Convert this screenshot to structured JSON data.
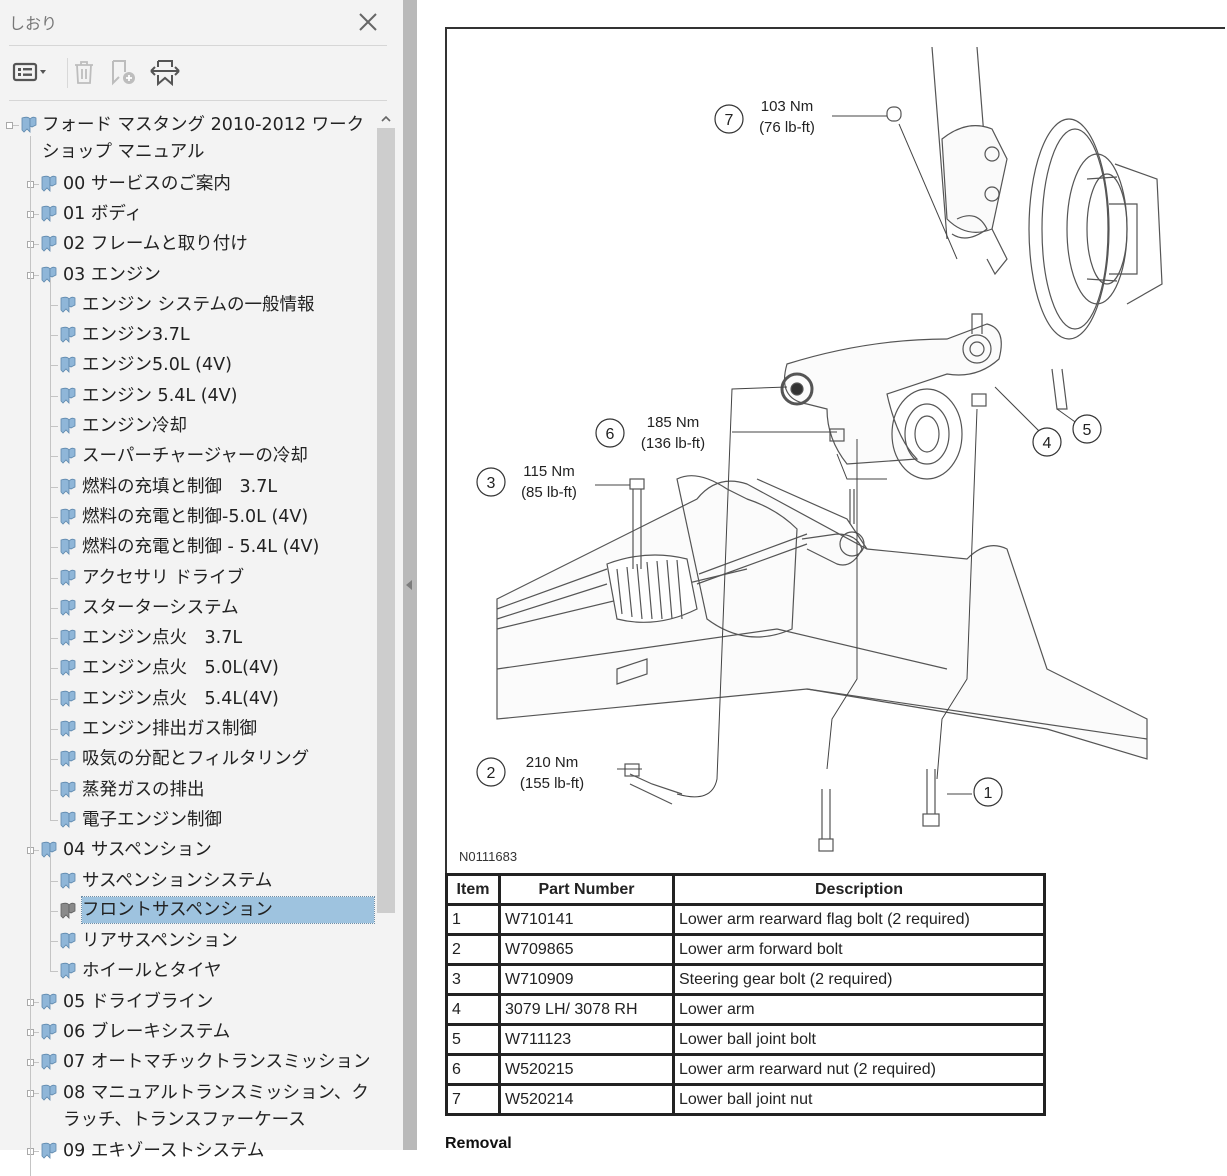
{
  "sidebar": {
    "title": "しおり",
    "toolbar": {
      "options": "options-menu",
      "delete": "delete-bookmark",
      "new": "new-bookmark",
      "expand": "expand-current-bookmark"
    },
    "tree": [
      {
        "level": 0,
        "label": "フォード マスタング 2010-2012 ワークショップ マニュアル",
        "expander": true
      },
      {
        "level": 1,
        "label": "00 サービスのご案内",
        "expander": true
      },
      {
        "level": 1,
        "label": "01 ボディ",
        "expander": true
      },
      {
        "level": 1,
        "label": "02 フレームと取り付け",
        "expander": true
      },
      {
        "level": 1,
        "label": "03 エンジン",
        "expander": true
      },
      {
        "level": 2,
        "label": "エンジン システムの一般情報"
      },
      {
        "level": 2,
        "label": "エンジン3.7L"
      },
      {
        "level": 2,
        "label": "エンジン5.0L (4V)"
      },
      {
        "level": 2,
        "label": "エンジン 5.4L (4V)"
      },
      {
        "level": 2,
        "label": "エンジン冷却"
      },
      {
        "level": 2,
        "label": "スーパーチャージャーの冷却"
      },
      {
        "level": 2,
        "label": "燃料の充填と制御　3.7L"
      },
      {
        "level": 2,
        "label": "燃料の充電と制御-5.0L (4V)"
      },
      {
        "level": 2,
        "label": "燃料の充電と制御 - 5.4L (4V)"
      },
      {
        "level": 2,
        "label": "アクセサリ ドライブ"
      },
      {
        "level": 2,
        "label": "スターターシステム"
      },
      {
        "level": 2,
        "label": "エンジン点火　3.7L"
      },
      {
        "level": 2,
        "label": "エンジン点火　5.0L(4V)"
      },
      {
        "level": 2,
        "label": "エンジン点火　5.4L(4V)"
      },
      {
        "level": 2,
        "label": "エンジン排出ガス制御"
      },
      {
        "level": 2,
        "label": "吸気の分配とフィルタリング"
      },
      {
        "level": 2,
        "label": "蒸発ガスの排出"
      },
      {
        "level": 2,
        "label": "電子エンジン制御"
      },
      {
        "level": 1,
        "label": "04 サスペンション",
        "expander": true
      },
      {
        "level": 2,
        "label": "サスペンションシステム"
      },
      {
        "level": 2,
        "label": "フロントサスペンション",
        "selected": true
      },
      {
        "level": 2,
        "label": "リアサスペンション"
      },
      {
        "level": 2,
        "label": "ホイールとタイヤ"
      },
      {
        "level": 1,
        "label": "05 ドライブライン",
        "expander": true
      },
      {
        "level": 1,
        "label": "06 ブレーキシステム",
        "expander": true
      },
      {
        "level": 1,
        "label": "07 オートマチックトランスミッション",
        "expander": true
      },
      {
        "level": 1,
        "label": "08 マニュアルトランスミッション、クラッチ、トランスファーケース",
        "expander": true
      },
      {
        "level": 1,
        "label": "09 エキゾーストシステム",
        "expander": true
      }
    ]
  },
  "document": {
    "figure_id": "N0111683",
    "callouts": [
      {
        "num": "7",
        "torque": "103 Nm",
        "imperial": "(76 lb-ft)"
      },
      {
        "num": "6",
        "torque": "185 Nm",
        "imperial": "(136 lb-ft)"
      },
      {
        "num": "3",
        "torque": "115 Nm",
        "imperial": "(85 lb-ft)"
      },
      {
        "num": "2",
        "torque": "210 Nm",
        "imperial": "(155 lb-ft)"
      },
      {
        "num": "1"
      },
      {
        "num": "4"
      },
      {
        "num": "5"
      }
    ],
    "table": {
      "headers": [
        "Item",
        "Part Number",
        "Description"
      ],
      "rows": [
        [
          "1",
          "W710141",
          "Lower arm rearward flag bolt (2 required)"
        ],
        [
          "2",
          "W709865",
          "Lower arm forward bolt"
        ],
        [
          "3",
          "W710909",
          "Steering gear bolt (2 required)"
        ],
        [
          "4",
          "3079 LH/ 3078 RH",
          "Lower arm"
        ],
        [
          "5",
          "W711123",
          "Lower ball joint bolt"
        ],
        [
          "6",
          "W520215",
          "Lower arm rearward nut (2 required)"
        ],
        [
          "7",
          "W520214",
          "Lower ball joint nut"
        ]
      ]
    },
    "section_heading": "Removal"
  }
}
